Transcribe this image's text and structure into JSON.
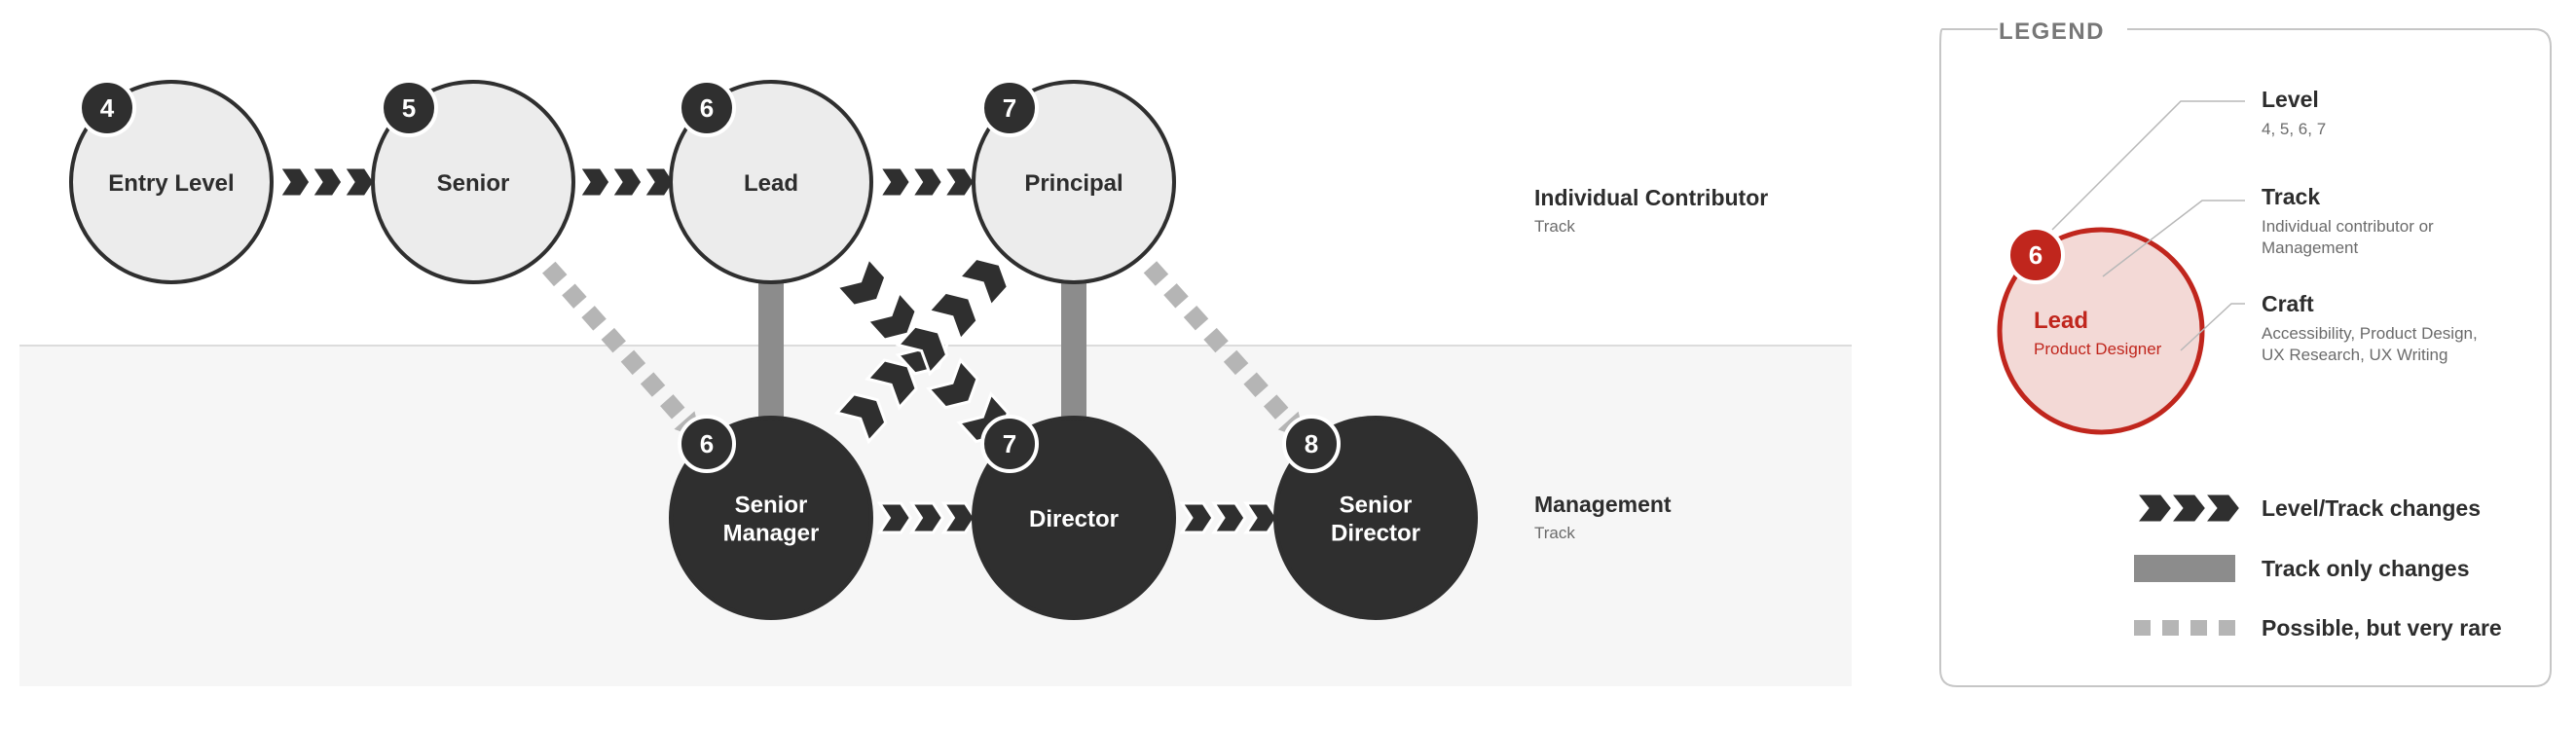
{
  "nodes": [
    {
      "id": "entry",
      "name": "Entry Level",
      "level": "4",
      "track": "ic"
    },
    {
      "id": "senior",
      "name": "Senior",
      "level": "5",
      "track": "ic"
    },
    {
      "id": "lead",
      "name": "Lead",
      "level": "6",
      "track": "ic"
    },
    {
      "id": "principal",
      "name": "Principal",
      "level": "7",
      "track": "ic"
    },
    {
      "id": "seniormanager",
      "name": "Senior Manager",
      "level": "6",
      "track": "mgmt"
    },
    {
      "id": "director",
      "name": "Director",
      "level": "7",
      "track": "mgmt"
    },
    {
      "id": "seniordirector",
      "name": "Senior Director",
      "level": "8",
      "track": "mgmt"
    }
  ],
  "transitions": [
    {
      "from": "entry",
      "to": "senior",
      "type": "level_track"
    },
    {
      "from": "senior",
      "to": "lead",
      "type": "level_track"
    },
    {
      "from": "lead",
      "to": "principal",
      "type": "level_track"
    },
    {
      "from": "seniormanager",
      "to": "director",
      "type": "level_track"
    },
    {
      "from": "director",
      "to": "seniordirector",
      "type": "level_track"
    },
    {
      "from": "lead",
      "to": "director",
      "type": "level_track"
    },
    {
      "from": "seniormanager",
      "to": "principal",
      "type": "level_track"
    },
    {
      "from": "lead",
      "to": "seniormanager",
      "type": "track_only"
    },
    {
      "from": "principal",
      "to": "director",
      "type": "track_only"
    },
    {
      "from": "senior",
      "to": "seniormanager",
      "type": "rare"
    },
    {
      "from": "principal",
      "to": "seniordirector",
      "type": "rare"
    }
  ],
  "tracks": {
    "ic": {
      "title": "Individual Contributor",
      "subtitle": "Track"
    },
    "mgmt": {
      "title": "Management",
      "subtitle": "Track"
    }
  },
  "legend": {
    "title": "LEGEND",
    "example": {
      "level": "6",
      "name": "Lead",
      "craft": "Product Designer"
    },
    "annotations": [
      {
        "title": "Level",
        "desc": "4, 5, 6, 7"
      },
      {
        "title": "Track",
        "desc": "Individual contributor or\nManagement"
      },
      {
        "title": "Craft",
        "desc": "Accessibility, Product Design,\nUX Research, UX Writing"
      }
    ],
    "items": [
      {
        "type": "level_track",
        "label": "Level/Track changes"
      },
      {
        "type": "track_only",
        "label": "Track only changes"
      },
      {
        "type": "rare",
        "label": "Possible, but very rare"
      }
    ]
  },
  "colors": {
    "dark": "#2f2f2f",
    "ic_fill": "#ececec",
    "track_only": "#8c8c8c",
    "rare": "#b5b5b5",
    "accent": "#c0261d",
    "accent_fill": "#f3d9d6",
    "band": "#f6f6f6"
  }
}
